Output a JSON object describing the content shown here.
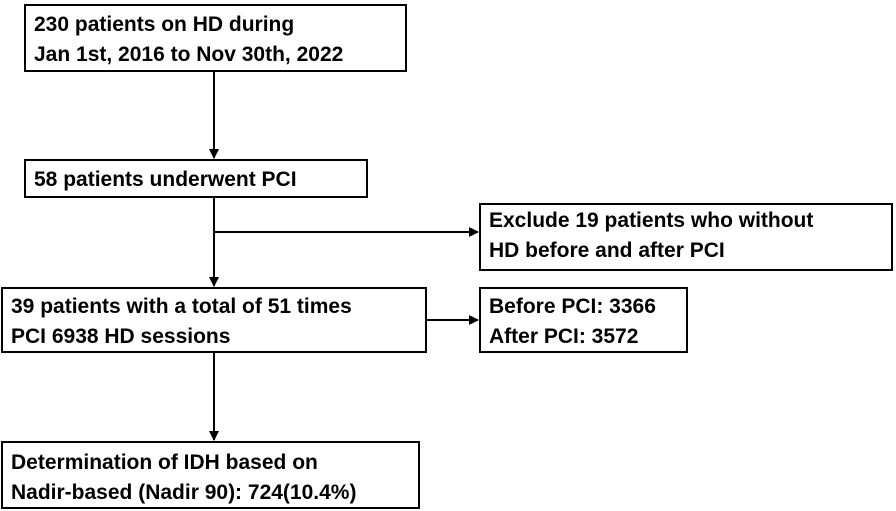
{
  "flowchart": {
    "boxes": [
      {
        "id": "box1",
        "lines": [
          "230 patients on HD during",
          "Jan 1st, 2016 to Nov 30th, 2022"
        ]
      },
      {
        "id": "box2",
        "lines": [
          "58 patients underwent PCI"
        ]
      },
      {
        "id": "box3",
        "lines": [
          "Exclude 19 patients who without",
          "HD before and after PCI"
        ]
      },
      {
        "id": "box4",
        "lines": [
          "39 patients with a total of 51 times",
          "PCI 6938 HD sessions"
        ]
      },
      {
        "id": "box5",
        "lines": [
          "Before PCI: 3366",
          "After PCI: 3572"
        ]
      },
      {
        "id": "box6",
        "lines": [
          "Determination of IDH based on",
          "Nadir-based (Nadir 90): 724(10.4%)"
        ]
      }
    ]
  },
  "style": {
    "line_color": "#000000",
    "box_border_color": "#000000",
    "background": "#ffffff"
  }
}
